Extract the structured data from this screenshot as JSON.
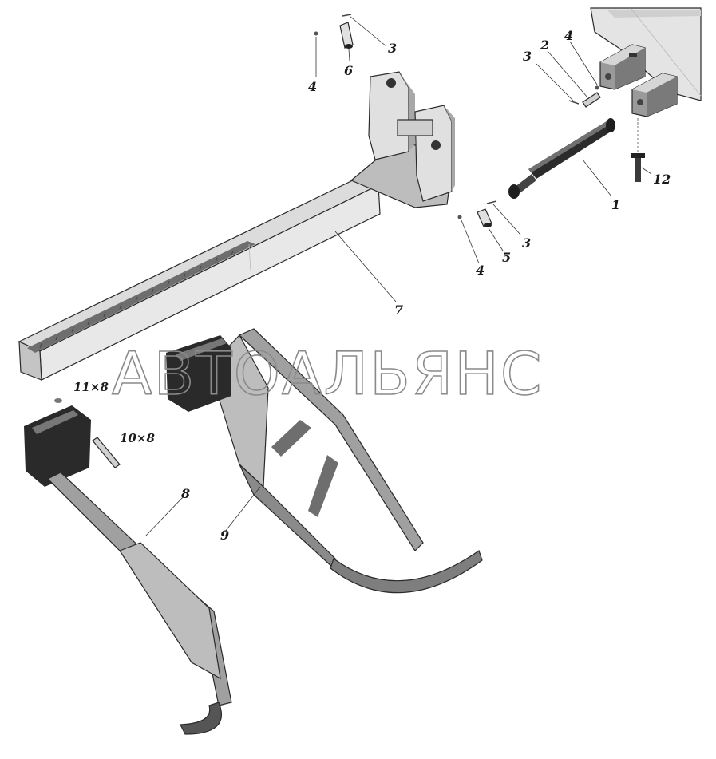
{
  "watermark": "АВТОАЛЬЯНС",
  "callouts": [
    {
      "id": "c1",
      "text": "1"
    },
    {
      "id": "c2",
      "text": "2"
    },
    {
      "id": "c3a",
      "text": "3"
    },
    {
      "id": "c3b",
      "text": "3"
    },
    {
      "id": "c3c",
      "text": "3"
    },
    {
      "id": "c4a",
      "text": "4"
    },
    {
      "id": "c4b",
      "text": "4"
    },
    {
      "id": "c4c",
      "text": "4"
    },
    {
      "id": "c5",
      "text": "5"
    },
    {
      "id": "c6",
      "text": "6"
    },
    {
      "id": "c7",
      "text": "7"
    },
    {
      "id": "c8",
      "text": "8"
    },
    {
      "id": "c9",
      "text": "9"
    },
    {
      "id": "c10",
      "text": "10×8"
    },
    {
      "id": "c11",
      "text": "11×8"
    },
    {
      "id": "c12",
      "text": "12"
    }
  ],
  "colors": {
    "part_light": "#d9d9d9",
    "part_mid": "#a9a9a9",
    "part_dark": "#555555",
    "part_black": "#1e1e1e",
    "watermark": "#8a8a8a"
  }
}
